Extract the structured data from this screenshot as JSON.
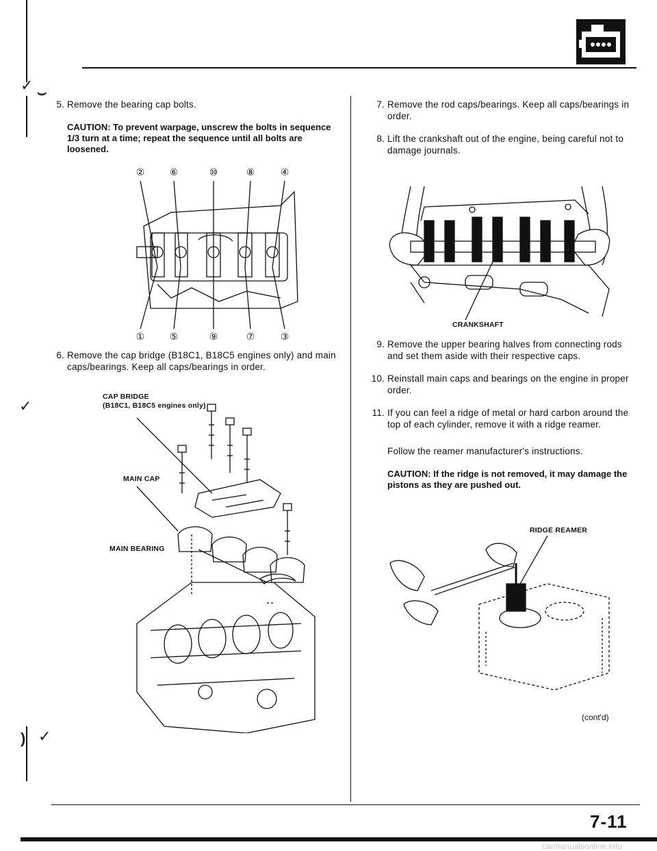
{
  "section_icon": "engine-block-icon",
  "steps_left": [
    {
      "num": "5.",
      "text": "Remove the bearing cap bolts."
    },
    {
      "num": "6.",
      "text": "Remove the cap bridge (B18C1, B18C5 engines only) and main caps/bearings. Keep all caps/bearings in order."
    }
  ],
  "caution_left": "CAUTION: To prevent warpage, unscrew the bolts in sequence 1/3 turn at a time; repeat the sequence until all bolts are loosened.",
  "sequence_top": [
    "②",
    "⑥",
    "⑩",
    "⑧",
    "④"
  ],
  "sequence_bottom": [
    "①",
    "⑤",
    "⑨",
    "⑦",
    "③"
  ],
  "labels": {
    "cap_bridge_1": "CAP BRIDGE",
    "cap_bridge_2": "(B18C1, B18C5 engines only)",
    "main_cap": "MAIN CAP",
    "main_bearing": "MAIN BEARING",
    "crankshaft": "CRANKSHAFT",
    "ridge_reamer": "RIDGE REAMER"
  },
  "steps_right": [
    {
      "num": "7.",
      "text": "Remove the rod caps/bearings. Keep all caps/bearings in order."
    },
    {
      "num": "8.",
      "text": "Lift the crankshaft out of the engine, being careful not to damage journals."
    },
    {
      "num": "9.",
      "text": "Remove the upper bearing halves from connecting rods and set them aside with their respective caps."
    },
    {
      "num": "10.",
      "text": "Reinstall main caps and bearings on the engine in proper order."
    },
    {
      "num": "11.",
      "text": "If you can feel a ridge of metal or hard carbon around the top of each cylinder, remove it with a ridge reamer."
    }
  ],
  "step11_note": "Follow the reamer manufacturer's instructions.",
  "caution_right": "CAUTION: If the ridge is not removed, it may damage the pistons as they are pushed out.",
  "cont": "(cont'd)",
  "page_number": "7-11",
  "watermark": "carmanualsonline.info"
}
